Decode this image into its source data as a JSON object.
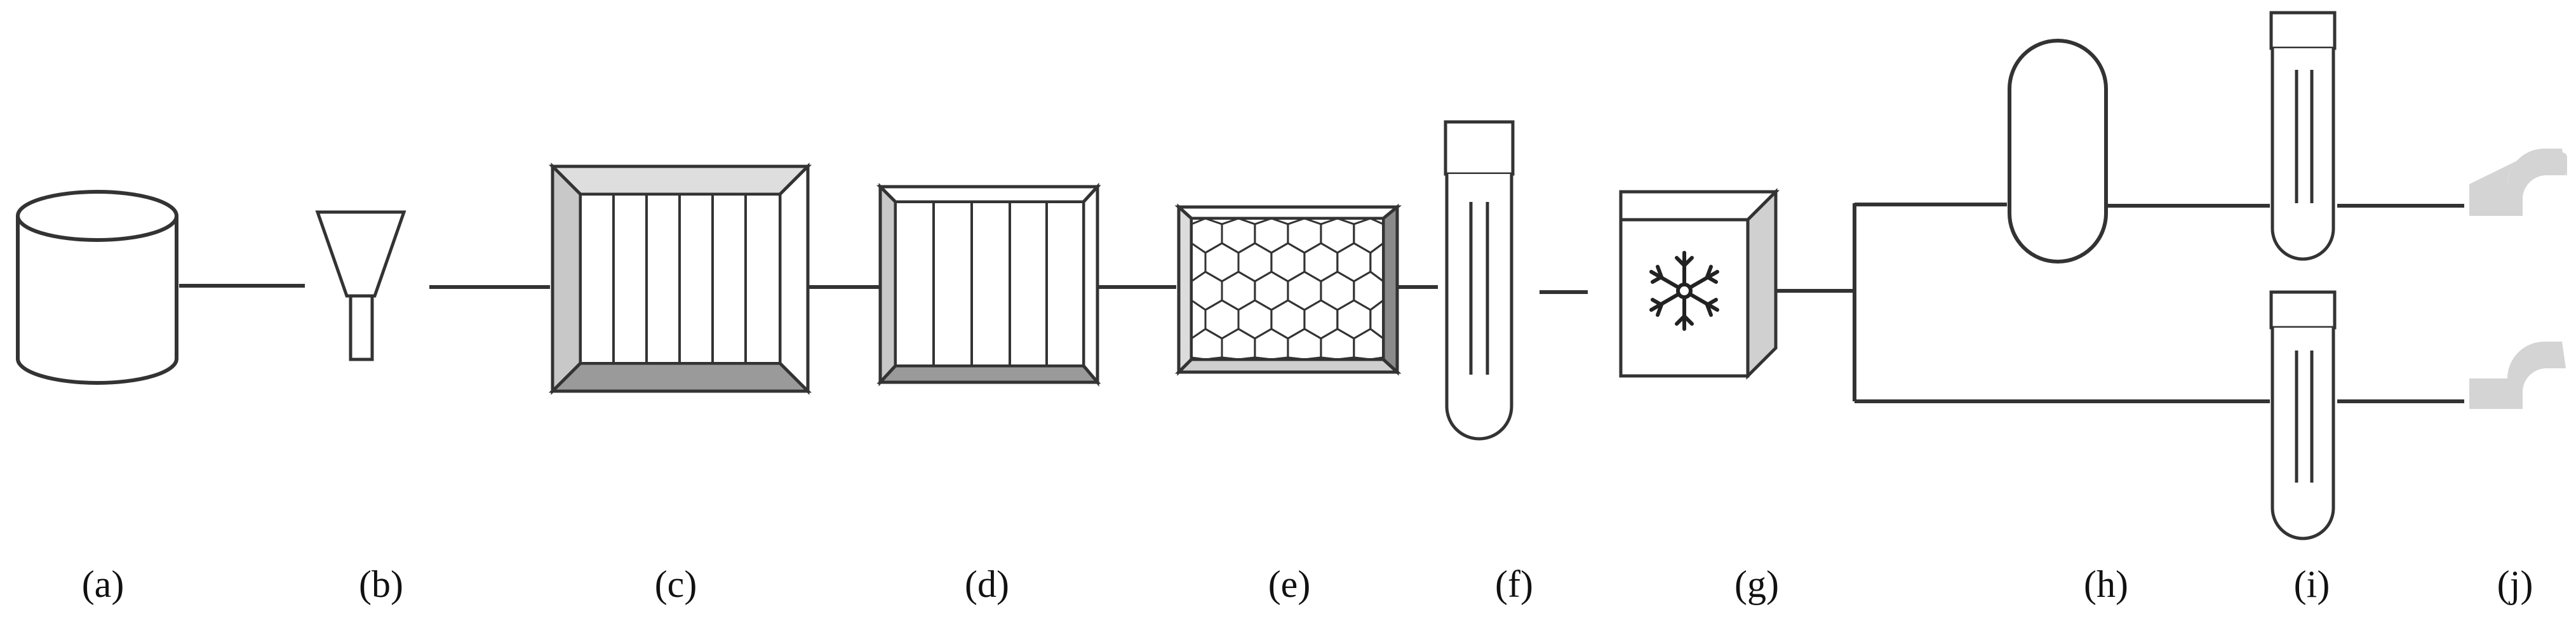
{
  "labels": {
    "a": "(a)",
    "b": "(b)",
    "c": "(c)",
    "d": "(d)",
    "e": "(e)",
    "f": "(f)",
    "g": "(g)",
    "h": "(h)",
    "i": "(i)",
    "j": "(j)"
  },
  "colors": {
    "stroke": "#333333",
    "panel_gray": "#c8c8c8",
    "panel_dark": "#9a9a9a",
    "exhaust_gray": "#d4d4d4"
  },
  "icons": {
    "a": "tank-icon",
    "b": "funnel-icon",
    "c": "large-filter-panel-icon",
    "d": "small-filter-panel-icon",
    "e": "honeycomb-filter-icon",
    "f": "test-tube-icon",
    "g": "freezer-cube-icon",
    "h": "capsule-vessel-icon",
    "i": "test-tube-icon",
    "j": "exhaust-elbow-icon"
  }
}
